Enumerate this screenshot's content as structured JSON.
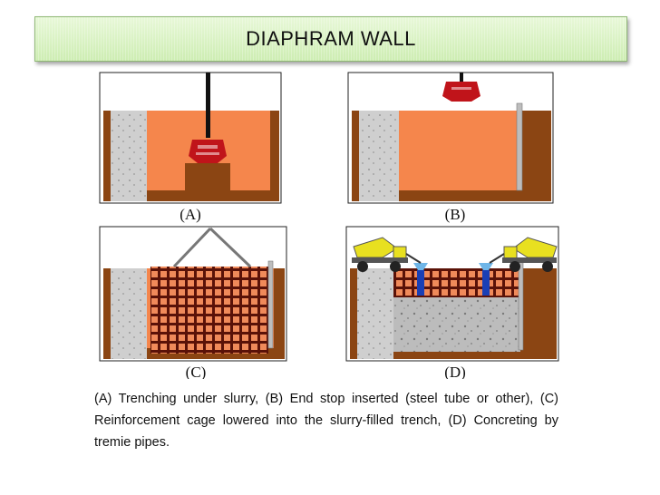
{
  "slide": {
    "title": "DIAPHRAM WALL",
    "caption": "(A) Trenching under slurry, (B) End stop inserted (steel tube or other), (C) Reinforcement cage lowered into the slurry-filled trench, (D) Concreting by tremie pipes."
  },
  "figure": {
    "panels": [
      {
        "label": "(A)"
      },
      {
        "label": "(B)"
      },
      {
        "label": "(C)"
      },
      {
        "label": "(D)"
      }
    ]
  },
  "colors": {
    "slurry": "#f5864c",
    "soil": "#8b4513",
    "wall": "#cfcfcf",
    "rebar": "#5a1208",
    "grab": "#c0141a",
    "concrete": "#b8b8b8",
    "truck": "#e8e020",
    "tremie": "#1a3fb5",
    "title_bg": "#d6f0c0"
  }
}
